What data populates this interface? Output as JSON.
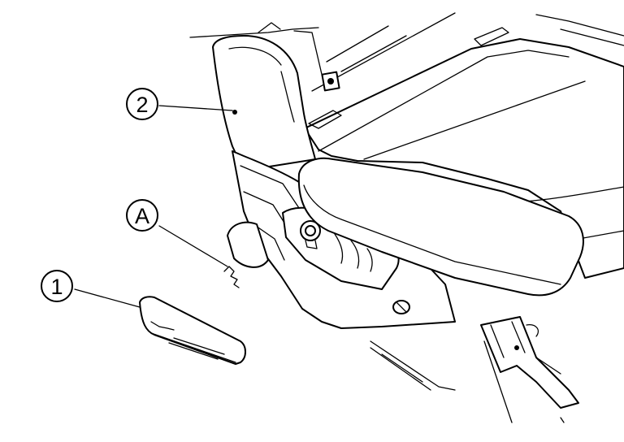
{
  "callouts": [
    {
      "id": "callout-2",
      "label": "2"
    },
    {
      "id": "callout-a",
      "label": "A"
    },
    {
      "id": "callout-1",
      "label": "1"
    }
  ]
}
